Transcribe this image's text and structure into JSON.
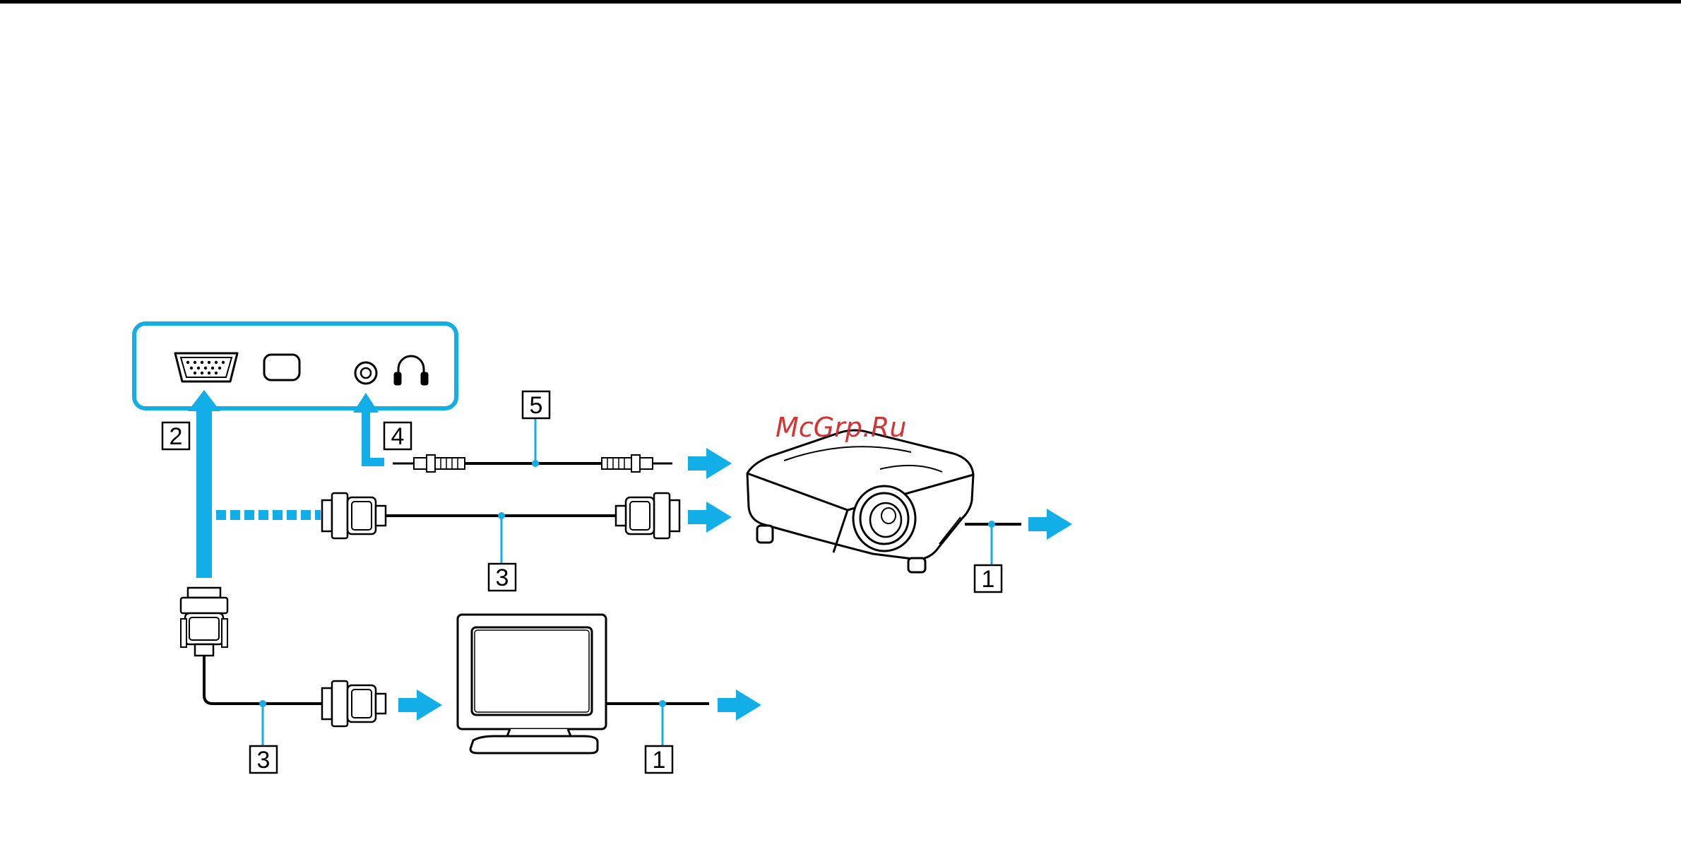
{
  "watermark": "McGrp.Ru",
  "colors": {
    "accent": "#12aee8",
    "line": "#000000",
    "watermark": "#d42a2a"
  },
  "callouts": {
    "c1_projector": "1",
    "c1_monitor": "1",
    "c2": "2",
    "c3_vga_projector": "3",
    "c3_vga_monitor": "3",
    "c4": "4",
    "c5": "5"
  },
  "ports": [
    "vga-port",
    "hdmi-port",
    "audio-jack",
    "headphones-icon"
  ]
}
